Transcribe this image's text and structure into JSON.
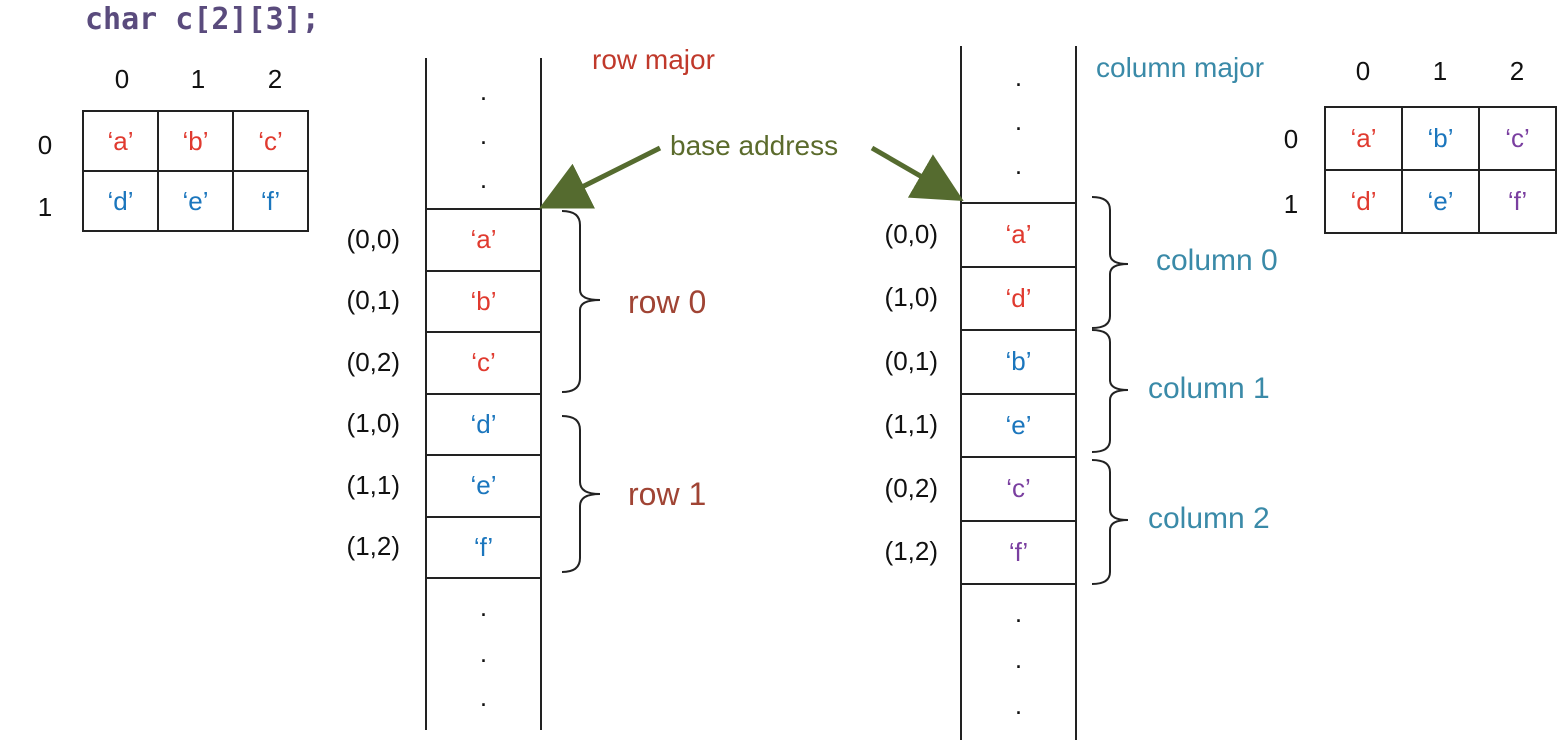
{
  "code": "char c[2][3];",
  "col_headers": [
    "0",
    "1",
    "2"
  ],
  "row_headers": [
    "0",
    "1"
  ],
  "left_table": {
    "cells": [
      {
        "text": "‘a’",
        "color": "#e03a2f"
      },
      {
        "text": "‘b’",
        "color": "#e03a2f"
      },
      {
        "text": "‘c’",
        "color": "#e03a2f"
      },
      {
        "text": "‘d’",
        "color": "#1b76bd"
      },
      {
        "text": "‘e’",
        "color": "#1b76bd"
      },
      {
        "text": "‘f’",
        "color": "#1b76bd"
      }
    ]
  },
  "right_table": {
    "cells": [
      {
        "text": "‘a’",
        "color": "#e03a2f"
      },
      {
        "text": "‘b’",
        "color": "#1b76bd"
      },
      {
        "text": "‘c’",
        "color": "#7a3fa0"
      },
      {
        "text": "‘d’",
        "color": "#e03a2f"
      },
      {
        "text": "‘e’",
        "color": "#1b76bd"
      },
      {
        "text": "‘f’",
        "color": "#7a3fa0"
      }
    ]
  },
  "row_major": {
    "title": "row major",
    "cells": [
      {
        "index": "(0,0)",
        "text": "‘a’",
        "color": "#e03a2f"
      },
      {
        "index": "(0,1)",
        "text": "‘b’",
        "color": "#e03a2f"
      },
      {
        "index": "(0,2)",
        "text": "‘c’",
        "color": "#e03a2f"
      },
      {
        "index": "(1,0)",
        "text": "‘d’",
        "color": "#1b76bd"
      },
      {
        "index": "(1,1)",
        "text": "‘e’",
        "color": "#1b76bd"
      },
      {
        "index": "(1,2)",
        "text": "‘f’",
        "color": "#1b76bd"
      }
    ],
    "groups": [
      "row 0",
      "row 1"
    ]
  },
  "column_major": {
    "title": "column major",
    "cells": [
      {
        "index": "(0,0)",
        "text": "‘a’",
        "color": "#e03a2f"
      },
      {
        "index": "(1,0)",
        "text": "‘d’",
        "color": "#e03a2f"
      },
      {
        "index": "(0,1)",
        "text": "‘b’",
        "color": "#1b76bd"
      },
      {
        "index": "(1,1)",
        "text": "‘e’",
        "color": "#1b76bd"
      },
      {
        "index": "(0,2)",
        "text": "‘c’",
        "color": "#7a3fa0"
      },
      {
        "index": "(1,2)",
        "text": "‘f’",
        "color": "#7a3fa0"
      }
    ],
    "groups": [
      "column 0",
      "column 1",
      "column 2"
    ]
  },
  "base_address": "base address",
  "colors": {
    "red": "#e03a2f",
    "blue": "#1b76bd",
    "purple": "#7a3fa0",
    "arrow": "#556b2f"
  }
}
